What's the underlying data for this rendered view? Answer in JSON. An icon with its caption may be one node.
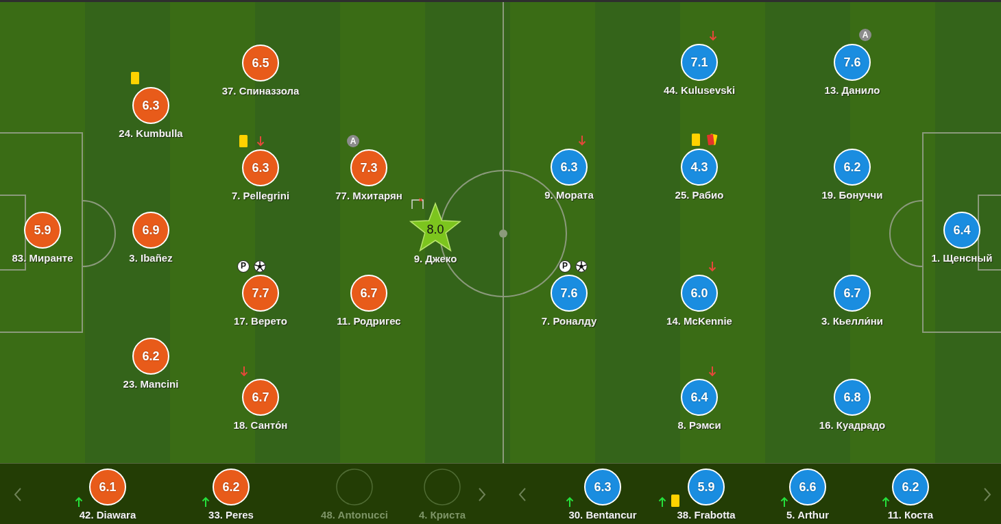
{
  "diagram": {
    "nodes": [
      {
        "text": [
          "6.5",
          "37. Спиназзола"
        ]
      },
      {
        "text": [
          "7.1",
          "44. Kulusevski"
        ]
      },
      {
        "text": [
          "7.6",
          "13. Данило"
        ],
        "beside": [
          "A"
        ]
      },
      {
        "text": [
          "6.3",
          "24. Kumbulla"
        ]
      },
      {
        "text": [
          "6.3",
          "7. Pellegrini"
        ]
      },
      {
        "text": [
          "7.3",
          "77. Мхитарян"
        ],
        "beside": [
          "A"
        ]
      },
      {
        "text": [
          "6.3",
          "9. Мората"
        ]
      },
      {
        "text": [
          "4.3",
          "25. Рабио"
        ]
      },
      {
        "text": [
          "6.2",
          "19. Бонуччи"
        ]
      },
      {
        "text": [
          "5.9",
          "83. Миранте"
        ]
      },
      {
        "text": [
          "6.9",
          "3. Ibañez"
        ]
      },
      {
        "text": [
          "8.0",
          "9. Джеко"
        ]
      },
      {
        "text": [
          "6.4",
          "1. Щенсный"
        ]
      },
      {
        "text": [
          "7.7",
          "17. Верето"
        ],
        "beside": [
          "P"
        ]
      },
      {
        "text": [
          "6.7",
          "11. Родригес"
        ]
      },
      {
        "text": [
          "7.6",
          "7. Роналду"
        ],
        "beside": [
          "P"
        ]
      },
      {
        "text": [
          "6.0",
          "14. McKennie"
        ]
      },
      {
        "text": [
          "6.7",
          "3. Кьелли́ни"
        ]
      },
      {
        "text": [
          "6.2",
          "23. Mancini"
        ]
      },
      {
        "text": [
          "6.7",
          "18. Санто́н"
        ]
      },
      {
        "text": [
          "6.4",
          "8. Рэмси"
        ]
      },
      {
        "text": [
          "6.8",
          "16. Куадрадо"
        ]
      },
      {
        "text": [
          "6.1",
          "42. Diawara"
        ]
      },
      {
        "text": [
          "6.2",
          "33. Peres"
        ]
      },
      {
        "text": [
          "48. Antonucci"
        ]
      },
      {
        "text": [
          "4. Криста"
        ]
      },
      {
        "text": [
          "6.3",
          "30. Bentancur"
        ]
      },
      {
        "text": [
          "5.9",
          "38. Frabotta"
        ]
      },
      {
        "text": [
          "6.6",
          "5. Arthur"
        ]
      },
      {
        "text": [
          "6.2",
          "11. Коста"
        ]
      }
    ]
  }
}
